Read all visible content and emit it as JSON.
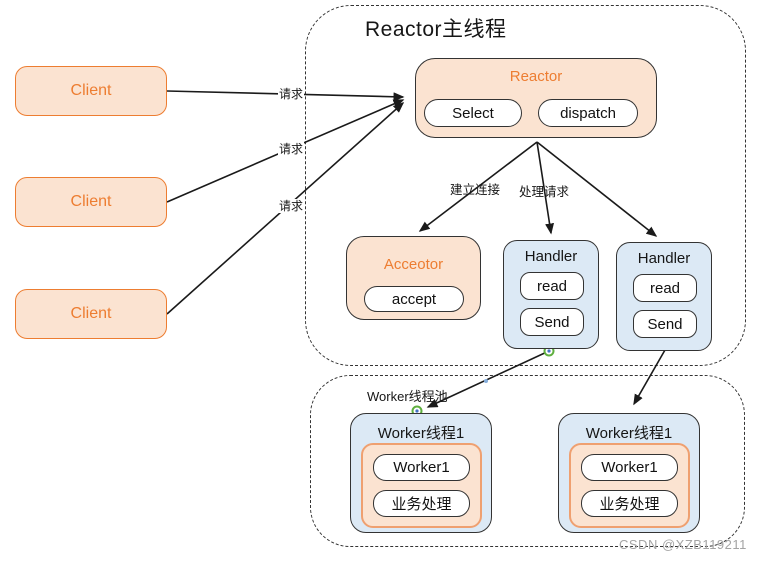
{
  "diagram": {
    "reactor_container": {
      "title": "Reactor主线程"
    },
    "worker_container": {
      "label": "Worker线程池"
    },
    "clients": [
      {
        "label": "Client"
      },
      {
        "label": "Client"
      },
      {
        "label": "Client"
      }
    ],
    "reactor": {
      "title": "Reactor",
      "select_label": "Select",
      "dispatch_label": "dispatch"
    },
    "acceptor": {
      "title": "Acceotor",
      "accept_label": "accept"
    },
    "handlers": [
      {
        "title": "Handler",
        "read_label": "read",
        "send_label": "Send"
      },
      {
        "title": "Handler",
        "read_label": "read",
        "send_label": "Send"
      }
    ],
    "workers": [
      {
        "title": "Worker线程1",
        "worker_label": "Worker1",
        "business_label": "业务处理"
      },
      {
        "title": "Worker线程1",
        "worker_label": "Worker1",
        "business_label": "业务处理"
      }
    ],
    "edge_labels": {
      "request_1": "请求",
      "request_2": "请求",
      "request_3": "请求",
      "establish_connection": "建立连接",
      "handle_request": "处理请求"
    },
    "watermark": "CSDN @XZB119211",
    "colors": {
      "peach_fill": "#FBE3D1",
      "blue_fill": "#DCE9F5",
      "accent_orange": "#ED7D31",
      "line": "#1A1A1A",
      "handle_green": "#5FAF3F",
      "handle_blue": "#4472C4"
    }
  }
}
